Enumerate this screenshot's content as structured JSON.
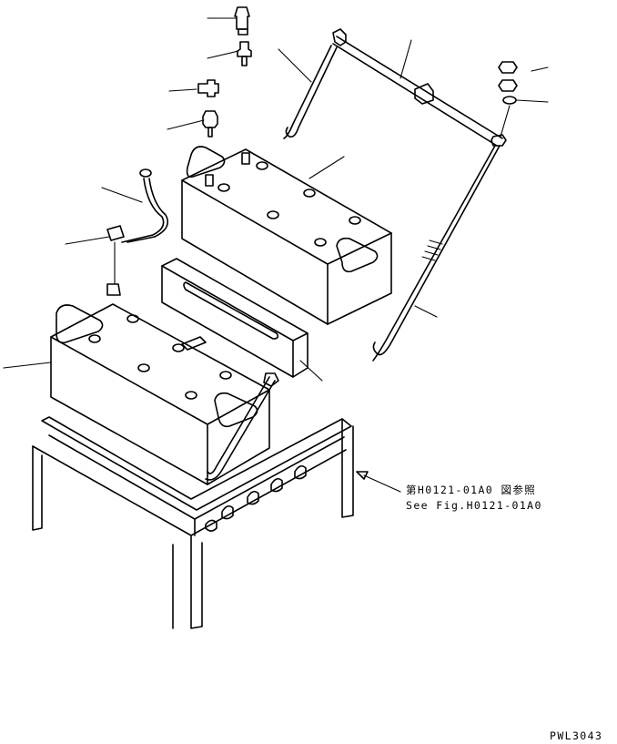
{
  "diagram": {
    "reference_note": {
      "line_jp": "第H0121-01A0 図参照",
      "line_en": "See Fig.H0121-01A0"
    },
    "drawing_code": "PWL3043"
  }
}
